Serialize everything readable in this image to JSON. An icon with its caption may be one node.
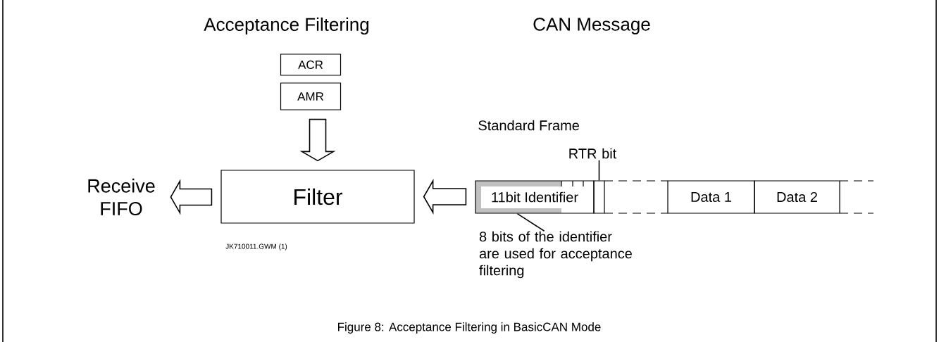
{
  "diagram": {
    "caption": "Figure 8: Acceptance Filtering in BasicCAN Mode",
    "nodes": [
      {
        "text": [
          "ACR"
        ]
      },
      {
        "text": [
          "AMR"
        ]
      },
      {
        "text": [
          "Filter"
        ]
      },
      {
        "text": [
          "Receive FIFO"
        ]
      },
      {
        "text": [
          "11bit Identifier"
        ]
      },
      {
        "text": [
          "RTR bit"
        ]
      },
      {
        "text": [],
        "shape": "box"
      },
      {
        "text": [
          "Data 1"
        ]
      },
      {
        "text": [
          "Data 2"
        ]
      },
      {
        "text": [
          "8 bits of the identifier are used for acceptance filtering"
        ]
      }
    ],
    "edges": [
      {
        "from": 1,
        "to": 2,
        "arrow": "to",
        "style": "thick"
      },
      {
        "from": 2,
        "to": 3,
        "arrow": "to",
        "style": "thick"
      },
      {
        "from": 4,
        "to": 2,
        "arrow": "to",
        "style": "thick"
      },
      {
        "from": 5,
        "to": 6,
        "arrow": "none"
      },
      {
        "from": 9,
        "to": 4,
        "arrow": "none"
      }
    ],
    "labels": [
      "Acceptance Filtering",
      "CAN Message",
      "Standard Frame",
      "JK710011.GWM (1)"
    ]
  }
}
